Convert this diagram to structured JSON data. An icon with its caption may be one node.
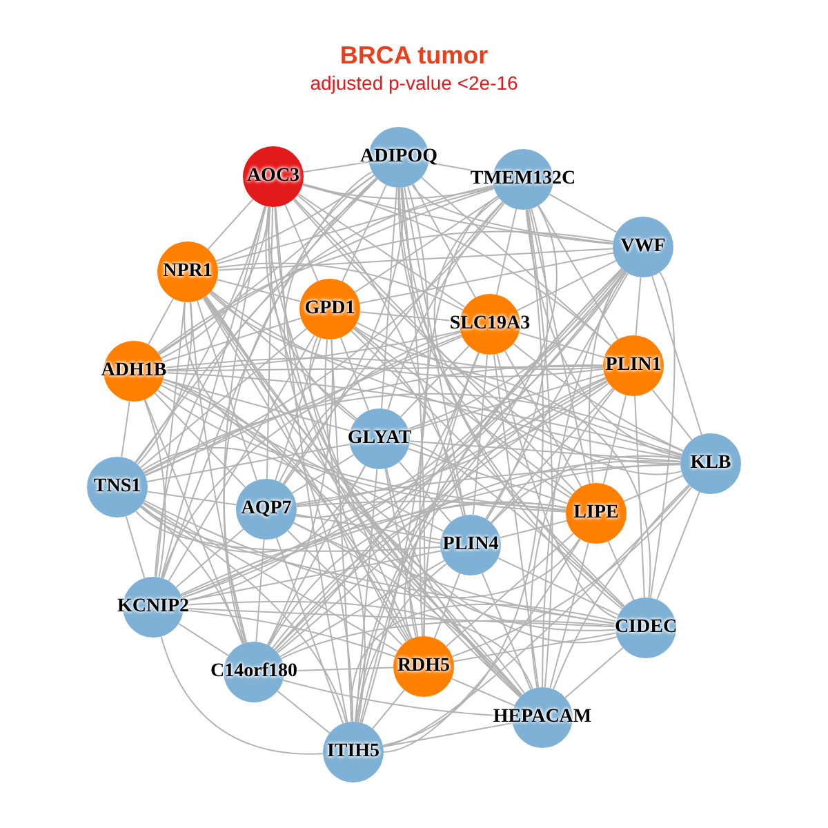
{
  "diagram": {
    "title": "BRCA tumor",
    "labels": [
      "adjusted p-value <2e-16"
    ],
    "nodes": [
      {
        "text": [
          "ADIPOQ"
        ]
      },
      {
        "text": [
          "AOC3"
        ]
      },
      {
        "text": [
          "TMEM132C"
        ]
      },
      {
        "text": [
          "VWF"
        ]
      },
      {
        "text": [
          "NPR1"
        ]
      },
      {
        "text": [
          "GPD1"
        ]
      },
      {
        "text": [
          "SLC19A3"
        ]
      },
      {
        "text": [
          "PLIN1"
        ]
      },
      {
        "text": [
          "ADH1B"
        ]
      },
      {
        "text": [
          "GLYAT"
        ]
      },
      {
        "text": [
          "KLB"
        ]
      },
      {
        "text": [
          "TNS1"
        ]
      },
      {
        "text": [
          "AQP7"
        ]
      },
      {
        "text": [
          "LIPE"
        ]
      },
      {
        "text": [
          "PLIN4"
        ]
      },
      {
        "text": [
          "KCNIP2"
        ]
      },
      {
        "text": [
          "CIDEC"
        ]
      },
      {
        "text": [
          "RDH5"
        ]
      },
      {
        "text": [
          "C14orf180"
        ]
      },
      {
        "text": [
          "HEPACAM"
        ]
      },
      {
        "text": [
          "ITIH5"
        ]
      }
    ],
    "edges": [
      {
        "from": 0,
        "to": 1,
        "arrow": "none"
      },
      {
        "from": 0,
        "to": 2,
        "arrow": "none"
      },
      {
        "from": 0,
        "to": 3,
        "arrow": "none"
      },
      {
        "from": 0,
        "to": 4,
        "arrow": "none"
      },
      {
        "from": 0,
        "to": 5,
        "arrow": "none"
      },
      {
        "from": 0,
        "to": 6,
        "arrow": "none"
      },
      {
        "from": 0,
        "to": 7,
        "arrow": "none"
      },
      {
        "from": 0,
        "to": 8,
        "arrow": "none"
      },
      {
        "from": 0,
        "to": 9,
        "arrow": "none"
      },
      {
        "from": 0,
        "to": 10,
        "arrow": "none"
      },
      {
        "from": 0,
        "to": 11,
        "arrow": "none"
      },
      {
        "from": 0,
        "to": 12,
        "arrow": "none"
      },
      {
        "from": 0,
        "to": 13,
        "arrow": "none"
      },
      {
        "from": 0,
        "to": 14,
        "arrow": "none"
      },
      {
        "from": 0,
        "to": 15,
        "arrow": "none"
      },
      {
        "from": 0,
        "to": 16,
        "arrow": "none"
      },
      {
        "from": 0,
        "to": 17,
        "arrow": "none"
      },
      {
        "from": 0,
        "to": 18,
        "arrow": "none"
      },
      {
        "from": 0,
        "to": 19,
        "arrow": "none"
      },
      {
        "from": 0,
        "to": 20,
        "arrow": "none"
      },
      {
        "from": 1,
        "to": 2,
        "arrow": "none"
      },
      {
        "from": 1,
        "to": 3,
        "arrow": "none"
      },
      {
        "from": 1,
        "to": 4,
        "arrow": "none"
      },
      {
        "from": 1,
        "to": 5,
        "arrow": "none"
      },
      {
        "from": 1,
        "to": 6,
        "arrow": "none"
      },
      {
        "from": 1,
        "to": 7,
        "arrow": "none"
      },
      {
        "from": 1,
        "to": 8,
        "arrow": "none"
      },
      {
        "from": 1,
        "to": 9,
        "arrow": "none"
      },
      {
        "from": 1,
        "to": 10,
        "arrow": "none"
      },
      {
        "from": 1,
        "to": 11,
        "arrow": "none"
      },
      {
        "from": 1,
        "to": 12,
        "arrow": "none"
      },
      {
        "from": 1,
        "to": 13,
        "arrow": "none"
      },
      {
        "from": 1,
        "to": 14,
        "arrow": "none"
      },
      {
        "from": 1,
        "to": 15,
        "arrow": "none"
      },
      {
        "from": 1,
        "to": 16,
        "arrow": "none"
      },
      {
        "from": 1,
        "to": 17,
        "arrow": "none"
      },
      {
        "from": 1,
        "to": 18,
        "arrow": "none"
      },
      {
        "from": 1,
        "to": 19,
        "arrow": "none"
      },
      {
        "from": 1,
        "to": 20,
        "arrow": "none"
      },
      {
        "from": 2,
        "to": 3,
        "arrow": "none"
      },
      {
        "from": 2,
        "to": 4,
        "arrow": "none"
      },
      {
        "from": 2,
        "to": 5,
        "arrow": "none"
      },
      {
        "from": 2,
        "to": 6,
        "arrow": "none"
      },
      {
        "from": 2,
        "to": 7,
        "arrow": "none"
      },
      {
        "from": 2,
        "to": 8,
        "arrow": "none"
      },
      {
        "from": 2,
        "to": 9,
        "arrow": "none"
      },
      {
        "from": 2,
        "to": 10,
        "arrow": "none"
      },
      {
        "from": 2,
        "to": 11,
        "arrow": "none"
      },
      {
        "from": 2,
        "to": 12,
        "arrow": "none"
      },
      {
        "from": 2,
        "to": 13,
        "arrow": "none"
      },
      {
        "from": 2,
        "to": 14,
        "arrow": "none"
      },
      {
        "from": 2,
        "to": 15,
        "arrow": "none"
      },
      {
        "from": 2,
        "to": 16,
        "arrow": "none"
      },
      {
        "from": 2,
        "to": 17,
        "arrow": "none"
      },
      {
        "from": 2,
        "to": 18,
        "arrow": "none"
      },
      {
        "from": 2,
        "to": 19,
        "arrow": "none"
      },
      {
        "from": 2,
        "to": 20,
        "arrow": "none"
      },
      {
        "from": 3,
        "to": 4,
        "arrow": "none"
      },
      {
        "from": 3,
        "to": 5,
        "arrow": "none"
      },
      {
        "from": 3,
        "to": 6,
        "arrow": "none"
      },
      {
        "from": 3,
        "to": 7,
        "arrow": "none"
      },
      {
        "from": 3,
        "to": 8,
        "arrow": "none"
      },
      {
        "from": 3,
        "to": 9,
        "arrow": "none"
      },
      {
        "from": 3,
        "to": 10,
        "arrow": "none"
      },
      {
        "from": 3,
        "to": 11,
        "arrow": "none"
      },
      {
        "from": 3,
        "to": 12,
        "arrow": "none"
      },
      {
        "from": 3,
        "to": 13,
        "arrow": "none"
      },
      {
        "from": 3,
        "to": 14,
        "arrow": "none"
      },
      {
        "from": 3,
        "to": 15,
        "arrow": "none"
      },
      {
        "from": 3,
        "to": 16,
        "arrow": "none"
      },
      {
        "from": 3,
        "to": 17,
        "arrow": "none"
      },
      {
        "from": 3,
        "to": 18,
        "arrow": "none"
      },
      {
        "from": 3,
        "to": 19,
        "arrow": "none"
      },
      {
        "from": 3,
        "to": 20,
        "arrow": "none"
      },
      {
        "from": 4,
        "to": 5,
        "arrow": "none"
      },
      {
        "from": 4,
        "to": 6,
        "arrow": "none"
      },
      {
        "from": 4,
        "to": 7,
        "arrow": "none"
      },
      {
        "from": 4,
        "to": 8,
        "arrow": "none"
      },
      {
        "from": 4,
        "to": 9,
        "arrow": "none"
      },
      {
        "from": 4,
        "to": 10,
        "arrow": "none"
      },
      {
        "from": 4,
        "to": 11,
        "arrow": "none"
      },
      {
        "from": 4,
        "to": 12,
        "arrow": "none"
      },
      {
        "from": 4,
        "to": 13,
        "arrow": "none"
      },
      {
        "from": 4,
        "to": 14,
        "arrow": "none"
      },
      {
        "from": 4,
        "to": 15,
        "arrow": "none"
      },
      {
        "from": 4,
        "to": 16,
        "arrow": "none"
      },
      {
        "from": 4,
        "to": 17,
        "arrow": "none"
      },
      {
        "from": 4,
        "to": 18,
        "arrow": "none"
      },
      {
        "from": 4,
        "to": 19,
        "arrow": "none"
      },
      {
        "from": 4,
        "to": 20,
        "arrow": "none"
      },
      {
        "from": 5,
        "to": 6,
        "arrow": "none"
      },
      {
        "from": 5,
        "to": 7,
        "arrow": "none"
      },
      {
        "from": 5,
        "to": 8,
        "arrow": "none"
      },
      {
        "from": 5,
        "to": 9,
        "arrow": "none"
      },
      {
        "from": 5,
        "to": 10,
        "arrow": "none"
      },
      {
        "from": 5,
        "to": 11,
        "arrow": "none"
      },
      {
        "from": 5,
        "to": 12,
        "arrow": "none"
      },
      {
        "from": 5,
        "to": 13,
        "arrow": "none"
      },
      {
        "from": 5,
        "to": 14,
        "arrow": "none"
      },
      {
        "from": 5,
        "to": 15,
        "arrow": "none"
      },
      {
        "from": 5,
        "to": 16,
        "arrow": "none"
      },
      {
        "from": 5,
        "to": 17,
        "arrow": "none"
      },
      {
        "from": 5,
        "to": 18,
        "arrow": "none"
      },
      {
        "from": 5,
        "to": 19,
        "arrow": "none"
      },
      {
        "from": 5,
        "to": 20,
        "arrow": "none"
      },
      {
        "from": 6,
        "to": 7,
        "arrow": "none"
      },
      {
        "from": 6,
        "to": 8,
        "arrow": "none"
      },
      {
        "from": 6,
        "to": 9,
        "arrow": "none"
      },
      {
        "from": 6,
        "to": 10,
        "arrow": "none"
      },
      {
        "from": 6,
        "to": 11,
        "arrow": "none"
      },
      {
        "from": 6,
        "to": 12,
        "arrow": "none"
      },
      {
        "from": 6,
        "to": 13,
        "arrow": "none"
      },
      {
        "from": 6,
        "to": 14,
        "arrow": "none"
      },
      {
        "from": 6,
        "to": 15,
        "arrow": "none"
      },
      {
        "from": 6,
        "to": 16,
        "arrow": "none"
      },
      {
        "from": 6,
        "to": 17,
        "arrow": "none"
      },
      {
        "from": 6,
        "to": 18,
        "arrow": "none"
      },
      {
        "from": 6,
        "to": 19,
        "arrow": "none"
      },
      {
        "from": 6,
        "to": 20,
        "arrow": "none"
      },
      {
        "from": 7,
        "to": 8,
        "arrow": "none"
      },
      {
        "from": 7,
        "to": 9,
        "arrow": "none"
      },
      {
        "from": 7,
        "to": 10,
        "arrow": "none"
      },
      {
        "from": 7,
        "to": 11,
        "arrow": "none"
      },
      {
        "from": 7,
        "to": 12,
        "arrow": "none"
      },
      {
        "from": 7,
        "to": 13,
        "arrow": "none"
      },
      {
        "from": 7,
        "to": 14,
        "arrow": "none"
      },
      {
        "from": 7,
        "to": 15,
        "arrow": "none"
      },
      {
        "from": 7,
        "to": 16,
        "arrow": "none"
      },
      {
        "from": 7,
        "to": 17,
        "arrow": "none"
      },
      {
        "from": 7,
        "to": 18,
        "arrow": "none"
      },
      {
        "from": 7,
        "to": 19,
        "arrow": "none"
      },
      {
        "from": 7,
        "to": 20,
        "arrow": "none"
      },
      {
        "from": 8,
        "to": 9,
        "arrow": "none"
      },
      {
        "from": 8,
        "to": 10,
        "arrow": "none"
      },
      {
        "from": 8,
        "to": 11,
        "arrow": "none"
      },
      {
        "from": 8,
        "to": 12,
        "arrow": "none"
      },
      {
        "from": 8,
        "to": 13,
        "arrow": "none"
      },
      {
        "from": 8,
        "to": 14,
        "arrow": "none"
      },
      {
        "from": 8,
        "to": 15,
        "arrow": "none"
      },
      {
        "from": 8,
        "to": 16,
        "arrow": "none"
      },
      {
        "from": 8,
        "to": 17,
        "arrow": "none"
      },
      {
        "from": 8,
        "to": 18,
        "arrow": "none"
      },
      {
        "from": 8,
        "to": 19,
        "arrow": "none"
      },
      {
        "from": 8,
        "to": 20,
        "arrow": "none"
      },
      {
        "from": 9,
        "to": 10,
        "arrow": "none"
      },
      {
        "from": 9,
        "to": 11,
        "arrow": "none"
      },
      {
        "from": 9,
        "to": 12,
        "arrow": "none"
      },
      {
        "from": 9,
        "to": 13,
        "arrow": "none"
      },
      {
        "from": 9,
        "to": 14,
        "arrow": "none"
      },
      {
        "from": 9,
        "to": 15,
        "arrow": "none"
      },
      {
        "from": 9,
        "to": 16,
        "arrow": "none"
      },
      {
        "from": 9,
        "to": 17,
        "arrow": "none"
      },
      {
        "from": 9,
        "to": 18,
        "arrow": "none"
      },
      {
        "from": 9,
        "to": 19,
        "arrow": "none"
      },
      {
        "from": 9,
        "to": 20,
        "arrow": "none"
      },
      {
        "from": 10,
        "to": 11,
        "arrow": "none"
      },
      {
        "from": 10,
        "to": 12,
        "arrow": "none"
      },
      {
        "from": 10,
        "to": 13,
        "arrow": "none"
      },
      {
        "from": 10,
        "to": 14,
        "arrow": "none"
      },
      {
        "from": 10,
        "to": 15,
        "arrow": "none"
      },
      {
        "from": 10,
        "to": 16,
        "arrow": "none"
      },
      {
        "from": 10,
        "to": 17,
        "arrow": "none"
      },
      {
        "from": 10,
        "to": 18,
        "arrow": "none"
      },
      {
        "from": 10,
        "to": 19,
        "arrow": "none"
      },
      {
        "from": 10,
        "to": 20,
        "arrow": "none"
      },
      {
        "from": 11,
        "to": 12,
        "arrow": "none"
      },
      {
        "from": 11,
        "to": 13,
        "arrow": "none"
      },
      {
        "from": 11,
        "to": 14,
        "arrow": "none"
      },
      {
        "from": 11,
        "to": 15,
        "arrow": "none"
      },
      {
        "from": 11,
        "to": 16,
        "arrow": "none"
      },
      {
        "from": 11,
        "to": 17,
        "arrow": "none"
      },
      {
        "from": 11,
        "to": 18,
        "arrow": "none"
      },
      {
        "from": 11,
        "to": 19,
        "arrow": "none"
      },
      {
        "from": 11,
        "to": 20,
        "arrow": "none"
      },
      {
        "from": 12,
        "to": 13,
        "arrow": "none"
      },
      {
        "from": 12,
        "to": 14,
        "arrow": "none"
      },
      {
        "from": 12,
        "to": 15,
        "arrow": "none"
      },
      {
        "from": 12,
        "to": 16,
        "arrow": "none"
      },
      {
        "from": 12,
        "to": 17,
        "arrow": "none"
      },
      {
        "from": 12,
        "to": 18,
        "arrow": "none"
      },
      {
        "from": 12,
        "to": 19,
        "arrow": "none"
      },
      {
        "from": 12,
        "to": 20,
        "arrow": "none"
      },
      {
        "from": 13,
        "to": 14,
        "arrow": "none"
      },
      {
        "from": 13,
        "to": 15,
        "arrow": "none"
      },
      {
        "from": 13,
        "to": 16,
        "arrow": "none"
      },
      {
        "from": 13,
        "to": 17,
        "arrow": "none"
      },
      {
        "from": 13,
        "to": 18,
        "arrow": "none"
      },
      {
        "from": 13,
        "to": 19,
        "arrow": "none"
      },
      {
        "from": 13,
        "to": 20,
        "arrow": "none"
      },
      {
        "from": 14,
        "to": 15,
        "arrow": "none"
      },
      {
        "from": 14,
        "to": 16,
        "arrow": "none"
      },
      {
        "from": 14,
        "to": 17,
        "arrow": "none"
      },
      {
        "from": 14,
        "to": 18,
        "arrow": "none"
      },
      {
        "from": 14,
        "to": 19,
        "arrow": "none"
      },
      {
        "from": 14,
        "to": 20,
        "arrow": "none"
      },
      {
        "from": 15,
        "to": 16,
        "arrow": "none"
      },
      {
        "from": 15,
        "to": 17,
        "arrow": "none"
      },
      {
        "from": 15,
        "to": 18,
        "arrow": "none"
      },
      {
        "from": 15,
        "to": 19,
        "arrow": "none"
      },
      {
        "from": 15,
        "to": 20,
        "arrow": "none"
      },
      {
        "from": 16,
        "to": 17,
        "arrow": "none"
      },
      {
        "from": 16,
        "to": 18,
        "arrow": "none"
      },
      {
        "from": 16,
        "to": 19,
        "arrow": "none"
      },
      {
        "from": 16,
        "to": 20,
        "arrow": "none"
      },
      {
        "from": 17,
        "to": 18,
        "arrow": "none"
      },
      {
        "from": 17,
        "to": 19,
        "arrow": "none"
      },
      {
        "from": 17,
        "to": 20,
        "arrow": "none"
      },
      {
        "from": 18,
        "to": 19,
        "arrow": "none"
      },
      {
        "from": 18,
        "to": 20,
        "arrow": "none"
      },
      {
        "from": 19,
        "to": 20,
        "arrow": "none"
      }
    ]
  }
}
